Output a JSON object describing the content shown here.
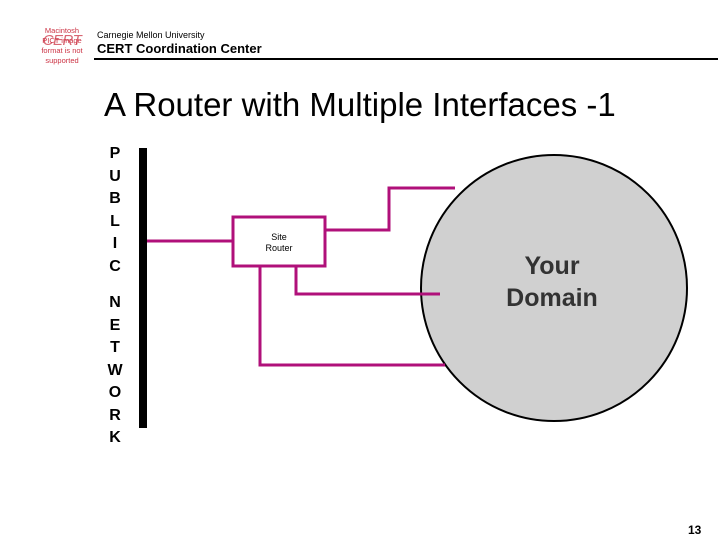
{
  "header": {
    "logo_text": "CERT",
    "logo_note_lines": [
      "Macintosh PICT",
      "image format",
      "is not supported"
    ],
    "university": "Carnegie Mellon University",
    "center": "CERT Coordination Center"
  },
  "slide": {
    "title": "A Router with Multiple Interfaces -1",
    "public_letters": [
      "P",
      "U",
      "B",
      "L",
      "I",
      "C"
    ],
    "network_letters": [
      "N",
      "E",
      "T",
      "W",
      "O",
      "R",
      "K"
    ],
    "router_label_lines": [
      "Site",
      "Router"
    ],
    "domain_label_lines": [
      "Your",
      "Domain"
    ],
    "page_number": "13"
  },
  "colors": {
    "link": "#b0107a",
    "domain_fill": "#d0d0d0",
    "bar": "#000000"
  }
}
